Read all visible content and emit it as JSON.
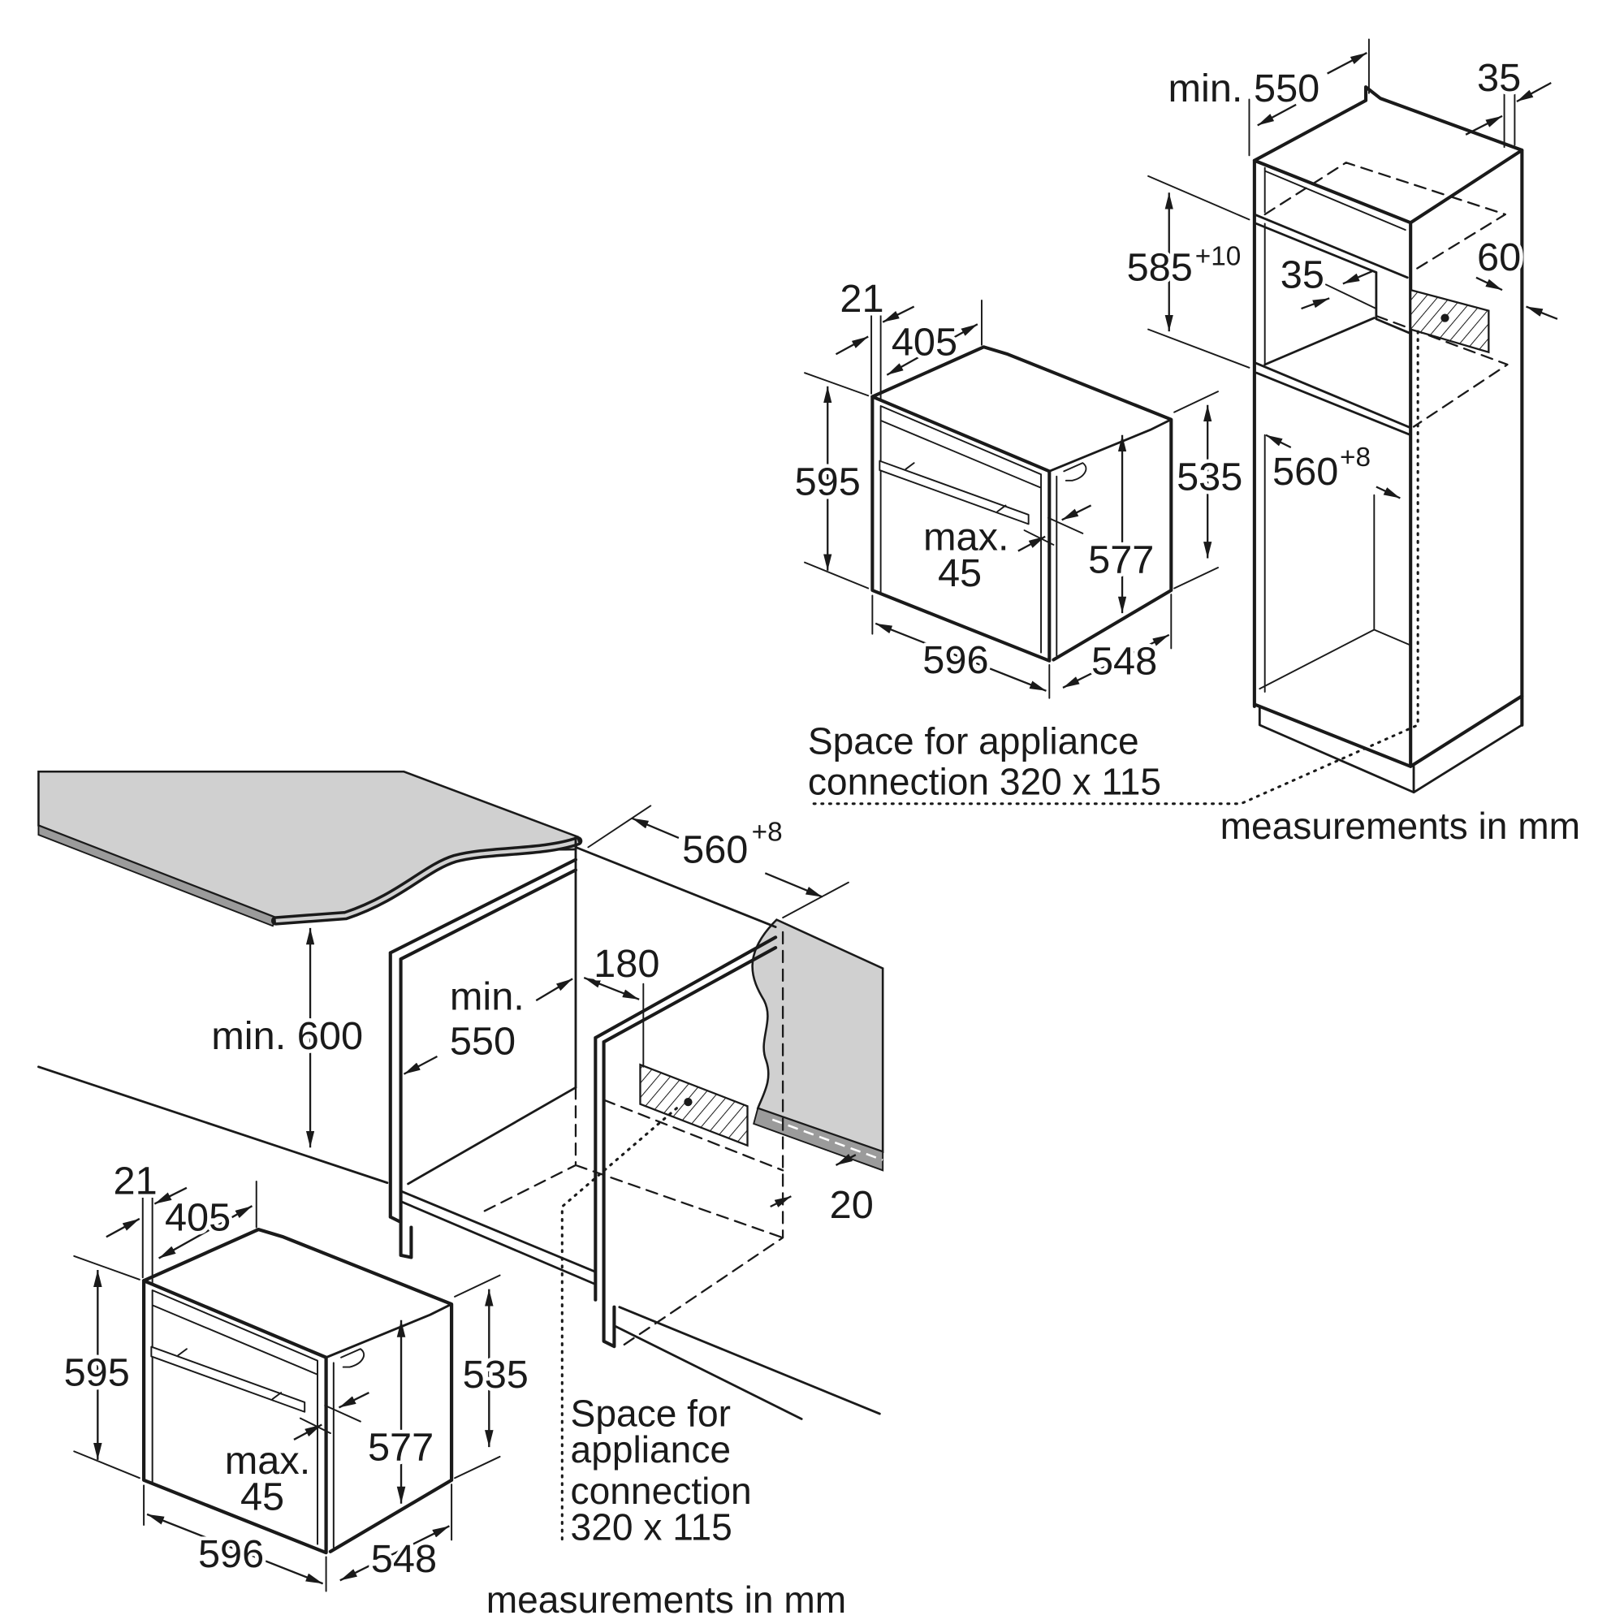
{
  "colors": {
    "line": "#1a1a1a",
    "worktop": "#d0d0d0",
    "worktop_edge": "#9b9b9b"
  },
  "tall_cabinet": {
    "cabinet_depth": "min. 550",
    "top_clearance": "35",
    "niche_height": "585",
    "niche_height_tolerance": "+10",
    "shelf_gap": "35",
    "rear_gap": "60",
    "niche_width": "560",
    "niche_width_tolerance": "+8",
    "connection_note": [
      "Space for appliance",
      "connection 320 x 115"
    ],
    "units_note": "measurements in mm"
  },
  "tall_oven": {
    "panel_thickness": "21",
    "body_offset": "405",
    "height": "595",
    "body_height": "535",
    "handle_depth_label": "max.",
    "handle_depth": "45",
    "inner_height": "577",
    "width": "596",
    "depth": "548"
  },
  "undercounter_cabinet": {
    "niche_width": "560",
    "niche_width_tolerance": "+8",
    "rear_cutout": "180",
    "depth_label": "min.",
    "depth": "550",
    "height": "min. 600",
    "panel_offset": "20",
    "connection_note": [
      "Space for",
      "appliance",
      "connection",
      "320 x 115"
    ],
    "units_note": "measurements in mm"
  },
  "undercounter_oven": {
    "panel_thickness": "21",
    "body_offset": "405",
    "height": "595",
    "body_height": "535",
    "handle_depth_label": "max.",
    "handle_depth": "45",
    "inner_height": "577",
    "width": "596",
    "depth": "548"
  }
}
